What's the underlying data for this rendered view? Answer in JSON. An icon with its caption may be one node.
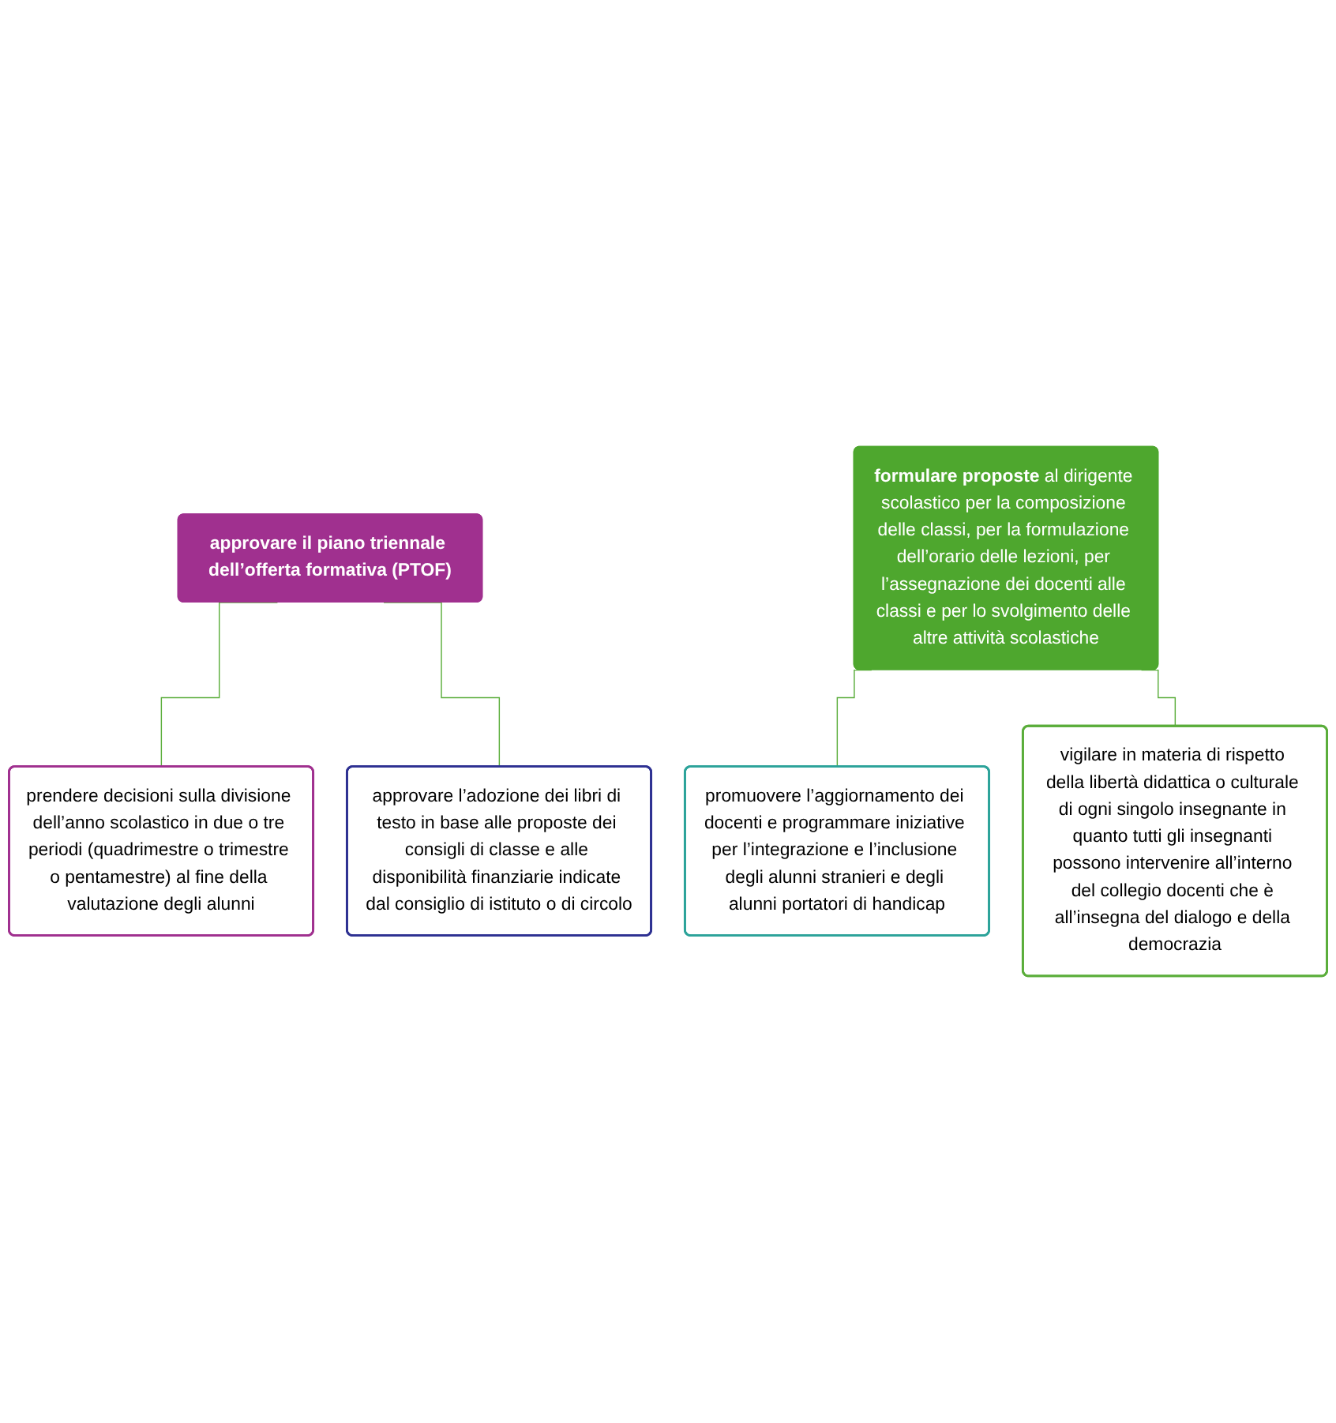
{
  "diagram": {
    "nodes": [
      {
        "text": [
          "approvare il piano triennale dell’offerta formativa (PTOF)"
        ]
      },
      {
        "text": [
          "prendere decisioni sulla divisione dell’anno scolastico in due o tre periodi (quadrimestre o trimestre o pentamestre) al fine della valutazione degli alunni"
        ]
      },
      {
        "text": [
          "approvare l’adozione dei libri di testo in base alle proposte dei consigli di classe e alle disponibilità finanziarie indicate dal consiglio di istituto o di circolo"
        ]
      },
      {
        "text": [
          "**formulare proposte** al dirigente scolastico per la composizione delle classi, per la formulazione dell’orario delle lezioni, per l’assegnazione dei docenti alle classi e per lo svolgimento delle altre attività scolastiche"
        ]
      },
      {
        "text": [
          "promuovere l’aggiornamento dei docenti e programmare iniziative per l’integrazione e l’inclusione degli alunni stranieri e degli alunni portatori di handicap"
        ]
      },
      {
        "text": [
          "vigilare in materia di rispetto della libertà didattica o culturale di ogni singolo insegnante in quanto tutti gli insegnanti possono intervenire all’interno del collegio docenti che è all’insegna del dialogo e della democrazia"
        ]
      }
    ],
    "edges": [
      {
        "from": 0,
        "to": 1,
        "arrow": "none"
      },
      {
        "from": 0,
        "to": 2,
        "arrow": "none"
      },
      {
        "from": 3,
        "to": 4,
        "arrow": "none"
      },
      {
        "from": 3,
        "to": 5,
        "arrow": "none"
      }
    ]
  }
}
